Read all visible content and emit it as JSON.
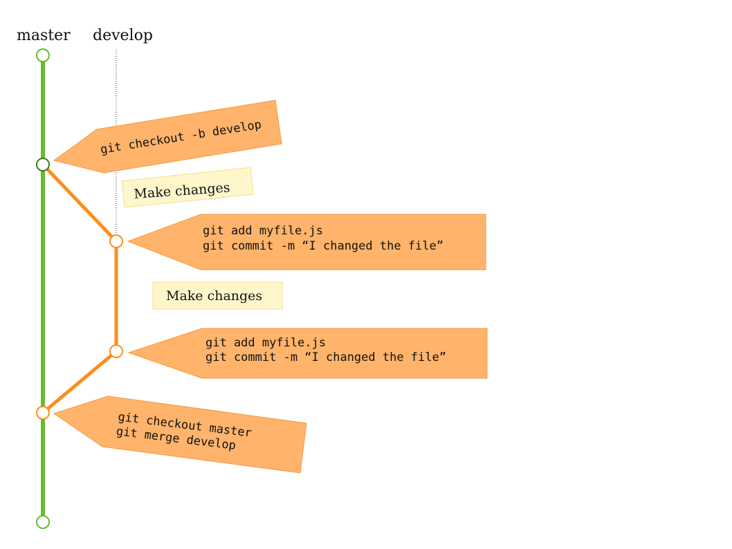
{
  "branches": {
    "master": {
      "label": "master",
      "color": "#66bb2c"
    },
    "develop": {
      "label": "develop",
      "color": "#ff8c1a"
    }
  },
  "notes": [
    {
      "text": "Make changes"
    },
    {
      "text": "Make changes"
    }
  ],
  "commands": [
    {
      "lines": [
        "git checkout -b develop"
      ]
    },
    {
      "lines": [
        "git add myfile.js",
        "git commit -m “I changed the file”"
      ]
    },
    {
      "lines": [
        "git add myfile.js",
        "git commit -m “I changed the file”"
      ]
    },
    {
      "lines": [
        "git checkout master",
        "git merge develop"
      ]
    }
  ],
  "colors": {
    "callout_fill": "#ffb36b",
    "callout_stroke": "#f39a3d",
    "note_fill": "#fff6cc",
    "note_stroke": "#f0e08a"
  }
}
